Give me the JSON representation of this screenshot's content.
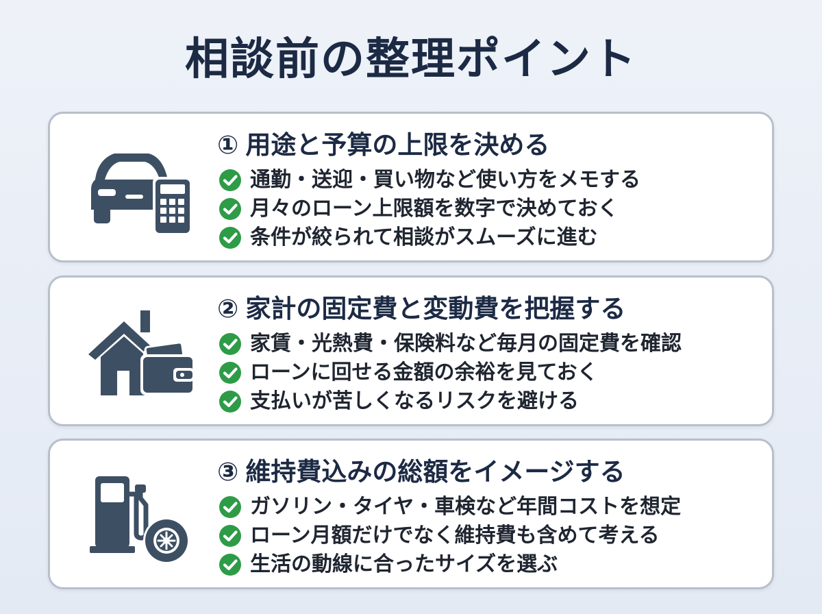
{
  "title": "相談前の整理ポイント",
  "colors": {
    "title": "#1c2a44",
    "icon": "#3d4f63",
    "check": "#2e9b47",
    "card_border": "#b8bfcb"
  },
  "cards": [
    {
      "number": "①",
      "heading": "用途と予算の上限を決める",
      "icon": "car-calculator-icon",
      "items": [
        "通勤・送迎・買い物など使い方をメモする",
        "月々のローン上限額を数字で決めておく",
        "条件が絞られて相談がスムーズに進む"
      ]
    },
    {
      "number": "②",
      "heading": "家計の固定費と変動費を把握する",
      "icon": "house-wallet-icon",
      "items": [
        "家賃・光熱費・保険料など毎月の固定費を確認",
        "ローンに回せる金額の余裕を見ておく",
        "支払いが苦しくなるリスクを避ける"
      ]
    },
    {
      "number": "③",
      "heading": "維持費込みの総額をイメージする",
      "icon": "fuel-tire-icon",
      "items": [
        "ガソリン・タイヤ・車検など年間コストを想定",
        "ローン月額だけでなく維持費も含めて考える",
        "生活の動線に合ったサイズを選ぶ"
      ]
    }
  ]
}
